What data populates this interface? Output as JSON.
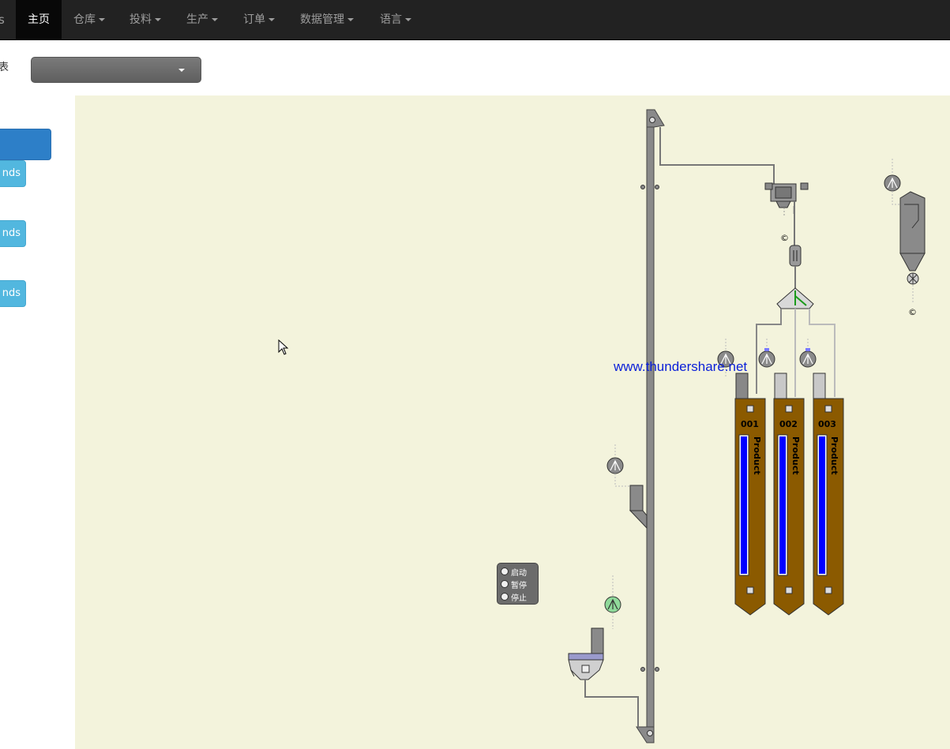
{
  "navbar": {
    "brand_partial": "s",
    "items": [
      {
        "label": "主页",
        "active": true,
        "dropdown": false
      },
      {
        "label": "仓库",
        "active": false,
        "dropdown": true
      },
      {
        "label": "投料",
        "active": false,
        "dropdown": true
      },
      {
        "label": "生产",
        "active": false,
        "dropdown": true
      },
      {
        "label": "订单",
        "active": false,
        "dropdown": true
      },
      {
        "label": "数据管理",
        "active": false,
        "dropdown": true
      },
      {
        "label": "语言",
        "active": false,
        "dropdown": true
      }
    ]
  },
  "toolbar": {
    "left_label_partial": "表",
    "select_value": ""
  },
  "sidebar": {
    "buttons": [
      {
        "label": "",
        "style": "primary"
      },
      {
        "label": "nds",
        "style": "info"
      },
      {
        "label": "nds",
        "style": "info"
      },
      {
        "label": "nds",
        "style": "info"
      }
    ]
  },
  "diagram": {
    "silos": [
      {
        "id": "001",
        "product": "Product",
        "level": 1.0
      },
      {
        "id": "002",
        "product": "Product",
        "level": 1.0
      },
      {
        "id": "003",
        "product": "Product",
        "level": 1.0
      }
    ],
    "control_panel": {
      "start": "启动",
      "pause": "暂停",
      "stop": "停止"
    },
    "watermark": "www.thundershare.net",
    "colors": {
      "background": "#f3f3dc",
      "silo_body": "#8b5a00",
      "level_fill": "#0000ff",
      "equipment": "#808080",
      "motor_running": "#8fd99a"
    }
  }
}
